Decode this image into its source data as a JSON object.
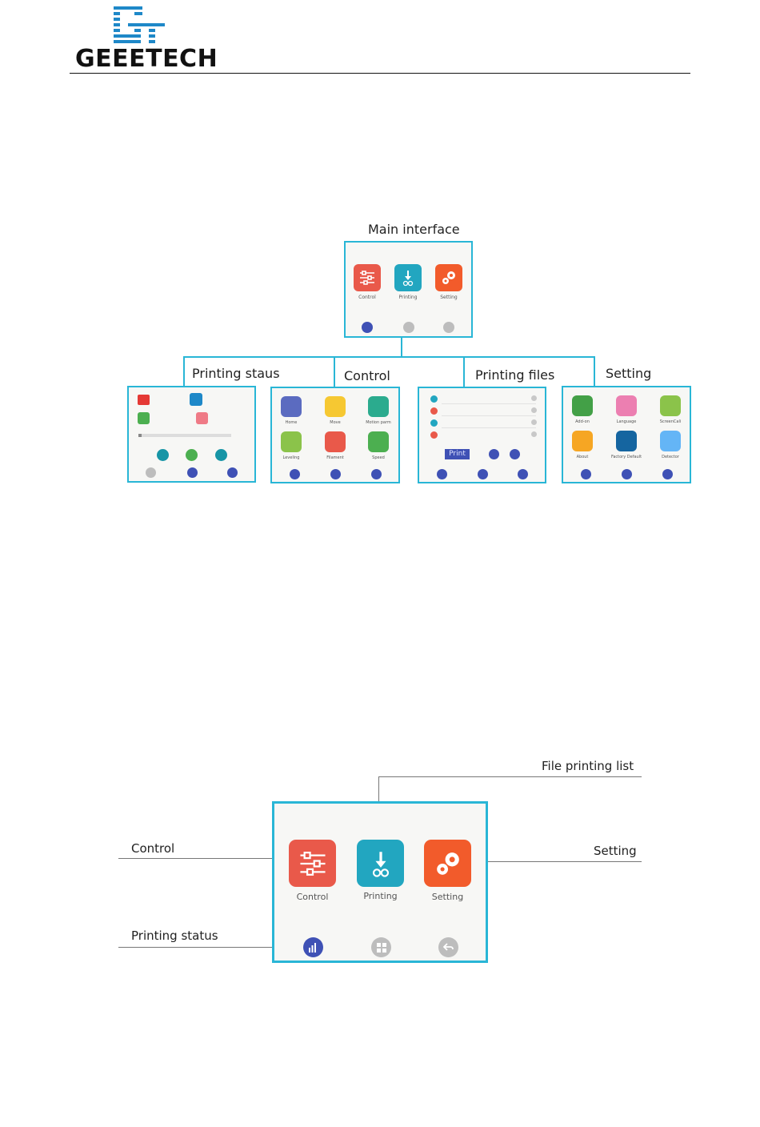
{
  "header": {
    "brand": "GEEETECH"
  },
  "diagram1": {
    "main_title": "Main interface",
    "main_tiles": [
      {
        "label": "Control",
        "color": "#e9594a"
      },
      {
        "label": "Printing",
        "color": "#22a6c0"
      },
      {
        "label": "Setting",
        "color": "#f25b2b"
      }
    ],
    "branch_titles": [
      "Printing staus",
      "Control",
      "Printing files",
      "Setting"
    ],
    "control_tiles": [
      {
        "label": "Home",
        "color": "#5b6bc0"
      },
      {
        "label": "Move",
        "color": "#f6c832"
      },
      {
        "label": "Motion parm",
        "color": "#2bab8e"
      },
      {
        "label": "Leveling",
        "color": "#8bc34a"
      },
      {
        "label": "Filament",
        "color": "#e9594a"
      },
      {
        "label": "Speed",
        "color": "#4caf50"
      }
    ],
    "setting_tiles": [
      {
        "label": "Add-on",
        "color": "#43a047"
      },
      {
        "label": "Language",
        "color": "#ec7fb1"
      },
      {
        "label": "ScreenCali",
        "color": "#8bc34a"
      },
      {
        "label": "About",
        "color": "#f6a623"
      },
      {
        "label": "Factory Default",
        "color": "#1565a0"
      },
      {
        "label": "Detector",
        "color": "#64b5f6"
      }
    ],
    "files_print_button": "Print"
  },
  "diagram2": {
    "tiles": [
      {
        "label": "Control",
        "color": "#e9594a"
      },
      {
        "label": "Printing",
        "color": "#22a6c0"
      },
      {
        "label": "Setting",
        "color": "#f25b2b"
      }
    ],
    "callouts": {
      "file_list": "File printing list",
      "control": "Control",
      "setting": "Setting",
      "status": "Printing status"
    }
  },
  "colors": {
    "frame": "#29b6d6",
    "nav_active": "#3f51b5",
    "nav_inactive": "#bdbdbd"
  }
}
